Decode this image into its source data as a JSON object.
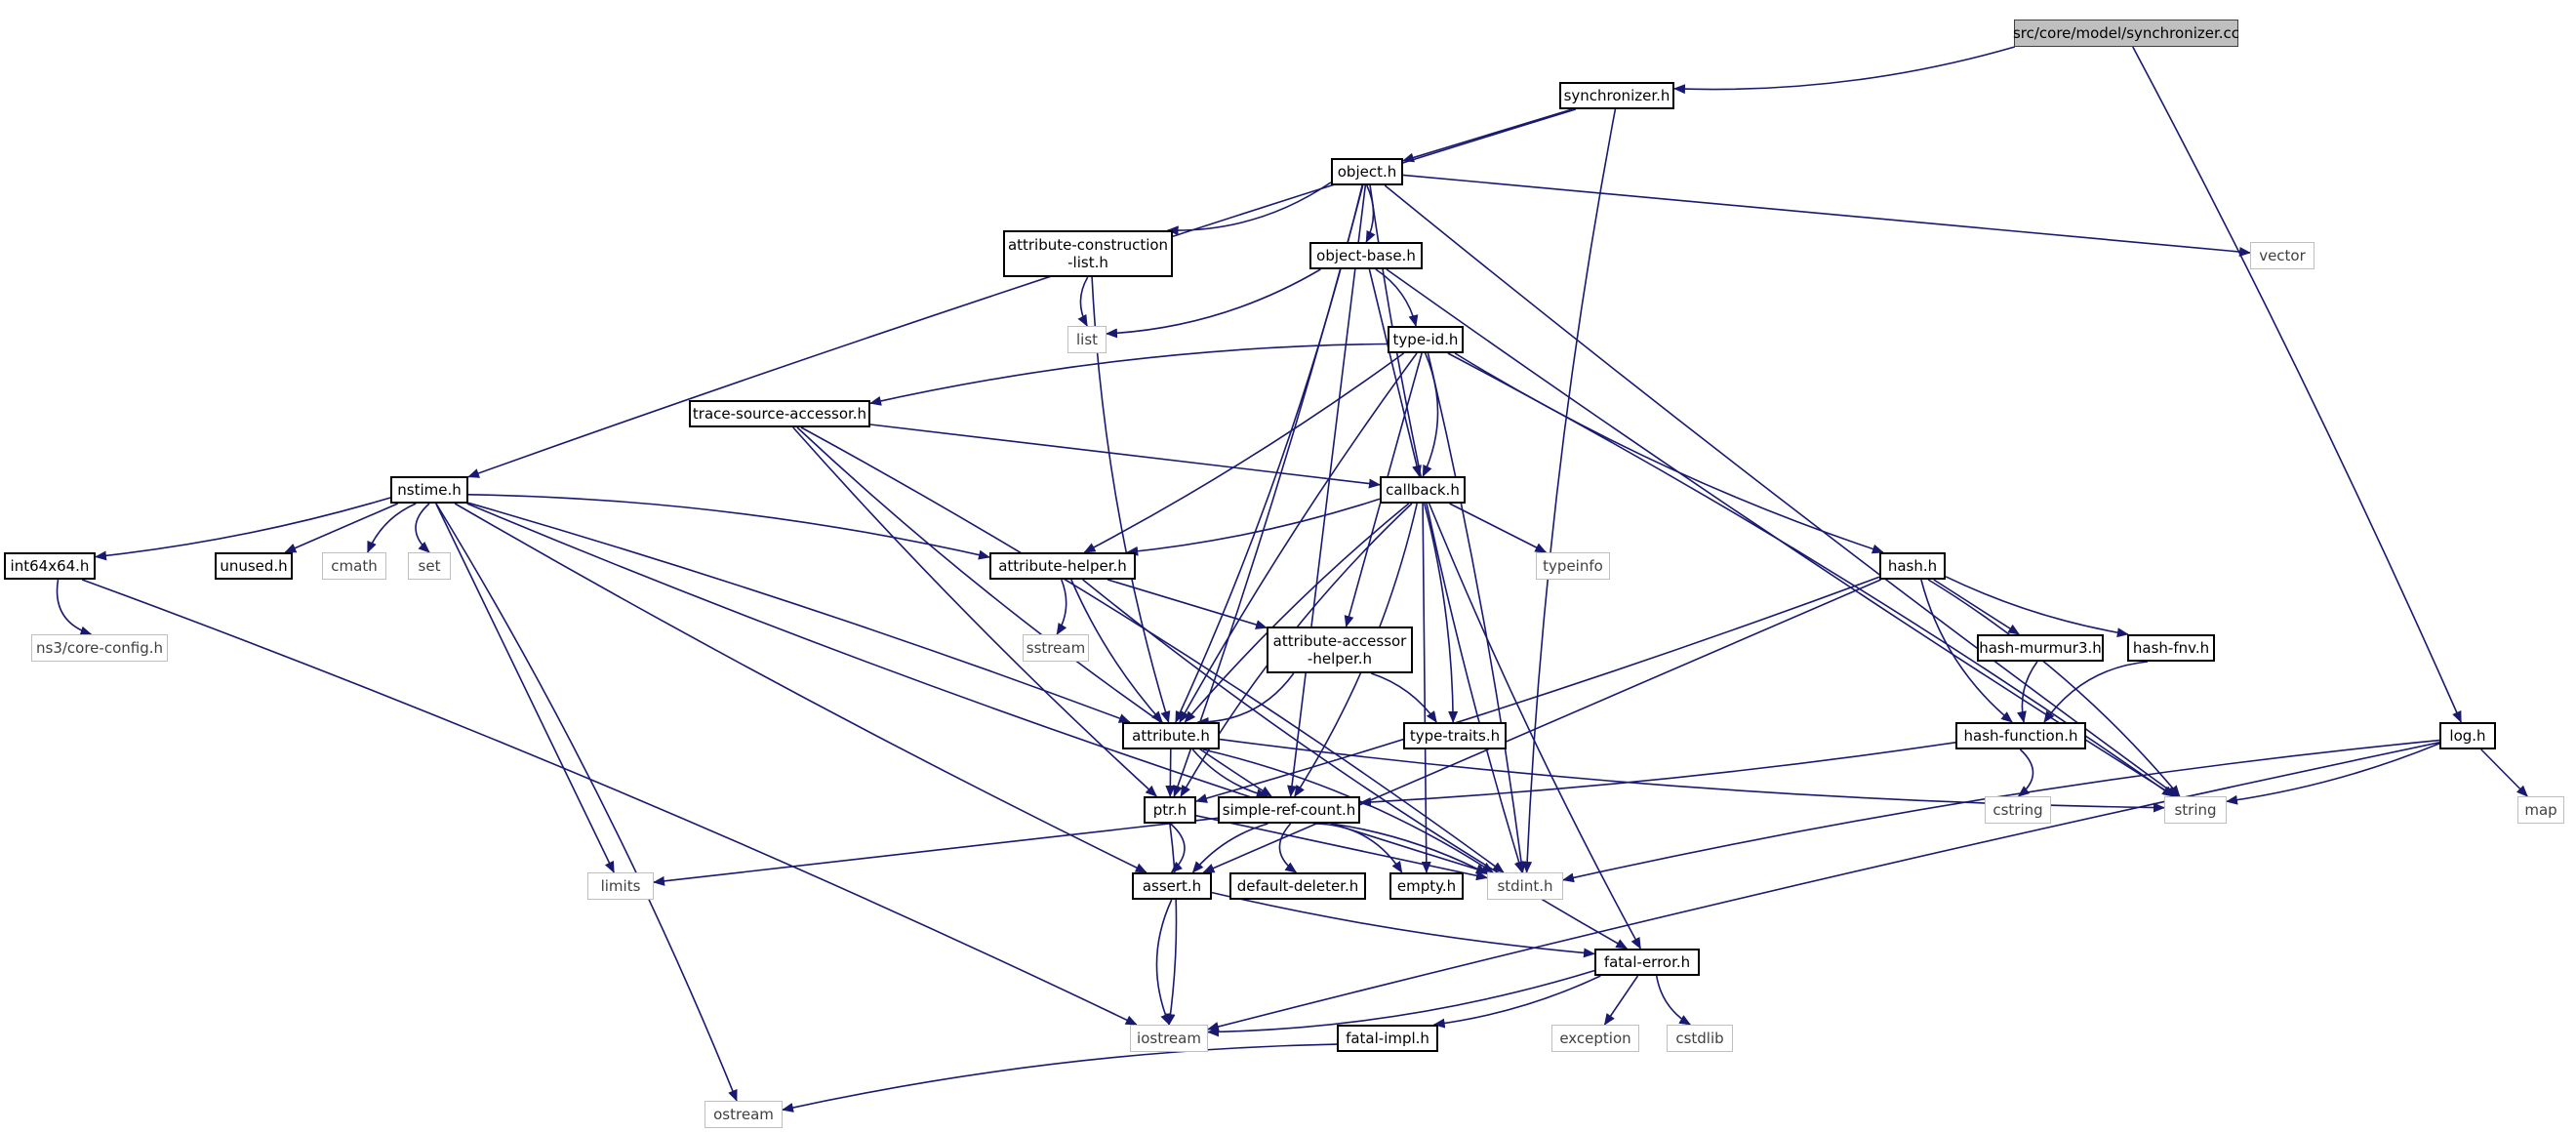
{
  "graph": {
    "colors": {
      "edge": "#191970",
      "node_border": "#000000",
      "system_border": "#bfbfbf",
      "root_fill": "#bfbfbf"
    },
    "nodes": [
      {
        "id": "synchronizer-cc",
        "label": "src/core/model/synchronizer.cc",
        "kind": "root"
      },
      {
        "id": "synchronizer-h",
        "label": "synchronizer.h",
        "kind": "local"
      },
      {
        "id": "object-h",
        "label": "object.h",
        "kind": "local"
      },
      {
        "id": "attribute-construction-list-h",
        "label": "attribute-construction\n-list.h",
        "kind": "local"
      },
      {
        "id": "object-base-h",
        "label": "object-base.h",
        "kind": "local"
      },
      {
        "id": "vector",
        "label": "vector",
        "kind": "system"
      },
      {
        "id": "list",
        "label": "list",
        "kind": "system"
      },
      {
        "id": "type-id-h",
        "label": "type-id.h",
        "kind": "local"
      },
      {
        "id": "trace-source-accessor-h",
        "label": "trace-source-accessor.h",
        "kind": "local"
      },
      {
        "id": "nstime-h",
        "label": "nstime.h",
        "kind": "local"
      },
      {
        "id": "callback-h",
        "label": "callback.h",
        "kind": "local"
      },
      {
        "id": "int64x64-h",
        "label": "int64x64.h",
        "kind": "local"
      },
      {
        "id": "unused-h",
        "label": "unused.h",
        "kind": "local"
      },
      {
        "id": "cmath",
        "label": "cmath",
        "kind": "system"
      },
      {
        "id": "set",
        "label": "set",
        "kind": "system"
      },
      {
        "id": "attribute-helper-h",
        "label": "attribute-helper.h",
        "kind": "local"
      },
      {
        "id": "typeinfo",
        "label": "typeinfo",
        "kind": "system"
      },
      {
        "id": "hash-h",
        "label": "hash.h",
        "kind": "local"
      },
      {
        "id": "ns3-core-config-h",
        "label": "ns3/core-config.h",
        "kind": "system"
      },
      {
        "id": "sstream",
        "label": "sstream",
        "kind": "system"
      },
      {
        "id": "attribute-accessor-helper-h",
        "label": "attribute-accessor\n-helper.h",
        "kind": "local"
      },
      {
        "id": "hash-murmur3-h",
        "label": "hash-murmur3.h",
        "kind": "local"
      },
      {
        "id": "hash-fnv-h",
        "label": "hash-fnv.h",
        "kind": "local"
      },
      {
        "id": "attribute-h",
        "label": "attribute.h",
        "kind": "local"
      },
      {
        "id": "type-traits-h",
        "label": "type-traits.h",
        "kind": "local"
      },
      {
        "id": "hash-function-h",
        "label": "hash-function.h",
        "kind": "local"
      },
      {
        "id": "log-h",
        "label": "log.h",
        "kind": "local"
      },
      {
        "id": "cstring",
        "label": "cstring",
        "kind": "system"
      },
      {
        "id": "ptr-h",
        "label": "ptr.h",
        "kind": "local"
      },
      {
        "id": "simple-ref-count-h",
        "label": "simple-ref-count.h",
        "kind": "local"
      },
      {
        "id": "string",
        "label": "string",
        "kind": "system"
      },
      {
        "id": "map",
        "label": "map",
        "kind": "system"
      },
      {
        "id": "limits",
        "label": "limits",
        "kind": "system"
      },
      {
        "id": "assert-h",
        "label": "assert.h",
        "kind": "local"
      },
      {
        "id": "default-deleter-h",
        "label": "default-deleter.h",
        "kind": "local"
      },
      {
        "id": "empty-h",
        "label": "empty.h",
        "kind": "local"
      },
      {
        "id": "stdint-h",
        "label": "stdint.h",
        "kind": "system"
      },
      {
        "id": "fatal-error-h",
        "label": "fatal-error.h",
        "kind": "local"
      },
      {
        "id": "iostream",
        "label": "iostream",
        "kind": "system"
      },
      {
        "id": "fatal-impl-h",
        "label": "fatal-impl.h",
        "kind": "local"
      },
      {
        "id": "exception",
        "label": "exception",
        "kind": "system"
      },
      {
        "id": "cstdlib",
        "label": "cstdlib",
        "kind": "system"
      },
      {
        "id": "ostream",
        "label": "ostream",
        "kind": "system"
      }
    ],
    "edges": [
      [
        "synchronizer-cc",
        "synchronizer-h"
      ],
      [
        "synchronizer-cc",
        "log-h"
      ],
      [
        "synchronizer-h",
        "object-h"
      ],
      [
        "synchronizer-h",
        "nstime-h"
      ],
      [
        "synchronizer-h",
        "stdint-h"
      ],
      [
        "object-h",
        "attribute-construction-list-h"
      ],
      [
        "object-h",
        "object-base-h"
      ],
      [
        "object-h",
        "vector"
      ],
      [
        "object-h",
        "string"
      ],
      [
        "object-h",
        "stdint-h"
      ],
      [
        "object-h",
        "attribute-h"
      ],
      [
        "object-h",
        "ptr-h"
      ],
      [
        "object-h",
        "simple-ref-count-h"
      ],
      [
        "attribute-construction-list-h",
        "list"
      ],
      [
        "attribute-construction-list-h",
        "attribute-h"
      ],
      [
        "object-base-h",
        "list"
      ],
      [
        "object-base-h",
        "type-id-h"
      ],
      [
        "object-base-h",
        "callback-h"
      ],
      [
        "object-base-h",
        "string"
      ],
      [
        "type-id-h",
        "trace-source-accessor-h"
      ],
      [
        "type-id-h",
        "callback-h"
      ],
      [
        "type-id-h",
        "attribute-helper-h"
      ],
      [
        "type-id-h",
        "attribute-accessor-helper-h"
      ],
      [
        "type-id-h",
        "attribute-h"
      ],
      [
        "type-id-h",
        "hash-h"
      ],
      [
        "type-id-h",
        "string"
      ],
      [
        "type-id-h",
        "stdint-h"
      ],
      [
        "trace-source-accessor-h",
        "callback-h"
      ],
      [
        "trace-source-accessor-h",
        "ptr-h"
      ],
      [
        "trace-source-accessor-h",
        "simple-ref-count-h"
      ],
      [
        "trace-source-accessor-h",
        "stdint-h"
      ],
      [
        "nstime-h",
        "int64x64-h"
      ],
      [
        "nstime-h",
        "unused-h"
      ],
      [
        "nstime-h",
        "cmath"
      ],
      [
        "nstime-h",
        "set"
      ],
      [
        "nstime-h",
        "attribute-helper-h"
      ],
      [
        "nstime-h",
        "attribute-h"
      ],
      [
        "nstime-h",
        "limits"
      ],
      [
        "nstime-h",
        "assert-h"
      ],
      [
        "nstime-h",
        "stdint-h"
      ],
      [
        "nstime-h",
        "ostream"
      ],
      [
        "callback-h",
        "attribute-helper-h"
      ],
      [
        "callback-h",
        "typeinfo"
      ],
      [
        "callback-h",
        "attribute-h"
      ],
      [
        "callback-h",
        "ptr-h"
      ],
      [
        "callback-h",
        "simple-ref-count-h"
      ],
      [
        "callback-h",
        "type-traits-h"
      ],
      [
        "callback-h",
        "empty-h"
      ],
      [
        "callback-h",
        "fatal-error-h"
      ],
      [
        "int64x64-h",
        "ns3-core-config-h"
      ],
      [
        "int64x64-h",
        "iostream"
      ],
      [
        "attribute-helper-h",
        "sstream"
      ],
      [
        "attribute-helper-h",
        "attribute-accessor-helper-h"
      ],
      [
        "attribute-helper-h",
        "attribute-h"
      ],
      [
        "attribute-helper-h",
        "fatal-error-h"
      ],
      [
        "attribute-accessor-helper-h",
        "attribute-h"
      ],
      [
        "attribute-accessor-helper-h",
        "type-traits-h"
      ],
      [
        "hash-h",
        "hash-murmur3-h"
      ],
      [
        "hash-h",
        "hash-fnv-h"
      ],
      [
        "hash-h",
        "hash-function-h"
      ],
      [
        "hash-h",
        "string"
      ],
      [
        "hash-h",
        "ptr-h"
      ],
      [
        "hash-h",
        "assert-h"
      ],
      [
        "hash-murmur3-h",
        "hash-function-h"
      ],
      [
        "hash-fnv-h",
        "hash-function-h"
      ],
      [
        "hash-function-h",
        "cstring"
      ],
      [
        "hash-function-h",
        "simple-ref-count-h"
      ],
      [
        "attribute-h",
        "ptr-h"
      ],
      [
        "attribute-h",
        "simple-ref-count-h"
      ],
      [
        "attribute-h",
        "string"
      ],
      [
        "attribute-h",
        "stdint-h"
      ],
      [
        "log-h",
        "string"
      ],
      [
        "log-h",
        "map"
      ],
      [
        "log-h",
        "iostream"
      ],
      [
        "log-h",
        "stdint-h"
      ],
      [
        "ptr-h",
        "assert-h"
      ],
      [
        "ptr-h",
        "iostream"
      ],
      [
        "ptr-h",
        "stdint-h"
      ],
      [
        "simple-ref-count-h",
        "assert-h"
      ],
      [
        "simple-ref-count-h",
        "default-deleter-h"
      ],
      [
        "simple-ref-count-h",
        "empty-h"
      ],
      [
        "simple-ref-count-h",
        "stdint-h"
      ],
      [
        "simple-ref-count-h",
        "limits"
      ],
      [
        "assert-h",
        "fatal-error-h"
      ],
      [
        "assert-h",
        "iostream"
      ],
      [
        "fatal-error-h",
        "iostream"
      ],
      [
        "fatal-error-h",
        "fatal-impl-h"
      ],
      [
        "fatal-error-h",
        "exception"
      ],
      [
        "fatal-error-h",
        "cstdlib"
      ],
      [
        "fatal-impl-h",
        "ostream"
      ]
    ]
  }
}
